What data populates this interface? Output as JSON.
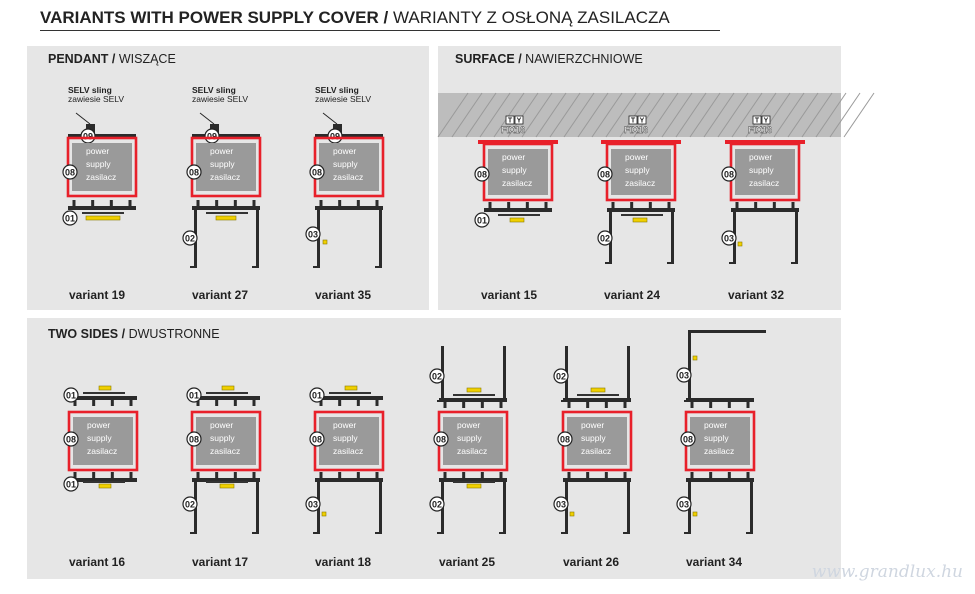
{
  "title": {
    "bold": "VARIANTS WITH POWER SUPPLY COVER /",
    "normal": " WARIANTY Z OSŁONĄ ZASILACZA"
  },
  "panels": {
    "pendant": {
      "bold": "PENDANT /",
      "normal": " WISZĄCE"
    },
    "surface": {
      "bold": "SURFACE /",
      "normal": " NAWIERZCHNIOWE"
    },
    "two_sides": {
      "bold": "TWO SIDES /",
      "normal": " DWUSTRONNE"
    }
  },
  "sling": {
    "en": "SELV sling",
    "pl": "zawiesie SELV"
  },
  "fix": "FIX16",
  "fix_tags": [
    "T",
    "Y"
  ],
  "psu": [
    "power",
    "supply",
    "zasilacz"
  ],
  "variants": {
    "v19": "variant 19",
    "v27": "variant 27",
    "v35": "variant 35",
    "v15": "variant 15",
    "v24": "variant 24",
    "v32": "variant 32",
    "v16": "variant 16",
    "v17": "variant 17",
    "v18": "variant 18",
    "v25": "variant 25",
    "v26": "variant 26",
    "v34": "variant 34"
  },
  "markers": {
    "m01": "01",
    "m02": "02",
    "m03": "03",
    "m08": "08",
    "m09": "09"
  },
  "colors": {
    "frame": "#e8202a",
    "psu": "#9a9a9a",
    "profile": "#2b2b2b",
    "lens": "#f0d000",
    "panel": "#e6e6e6"
  },
  "watermark": "www.grandlux.hu"
}
